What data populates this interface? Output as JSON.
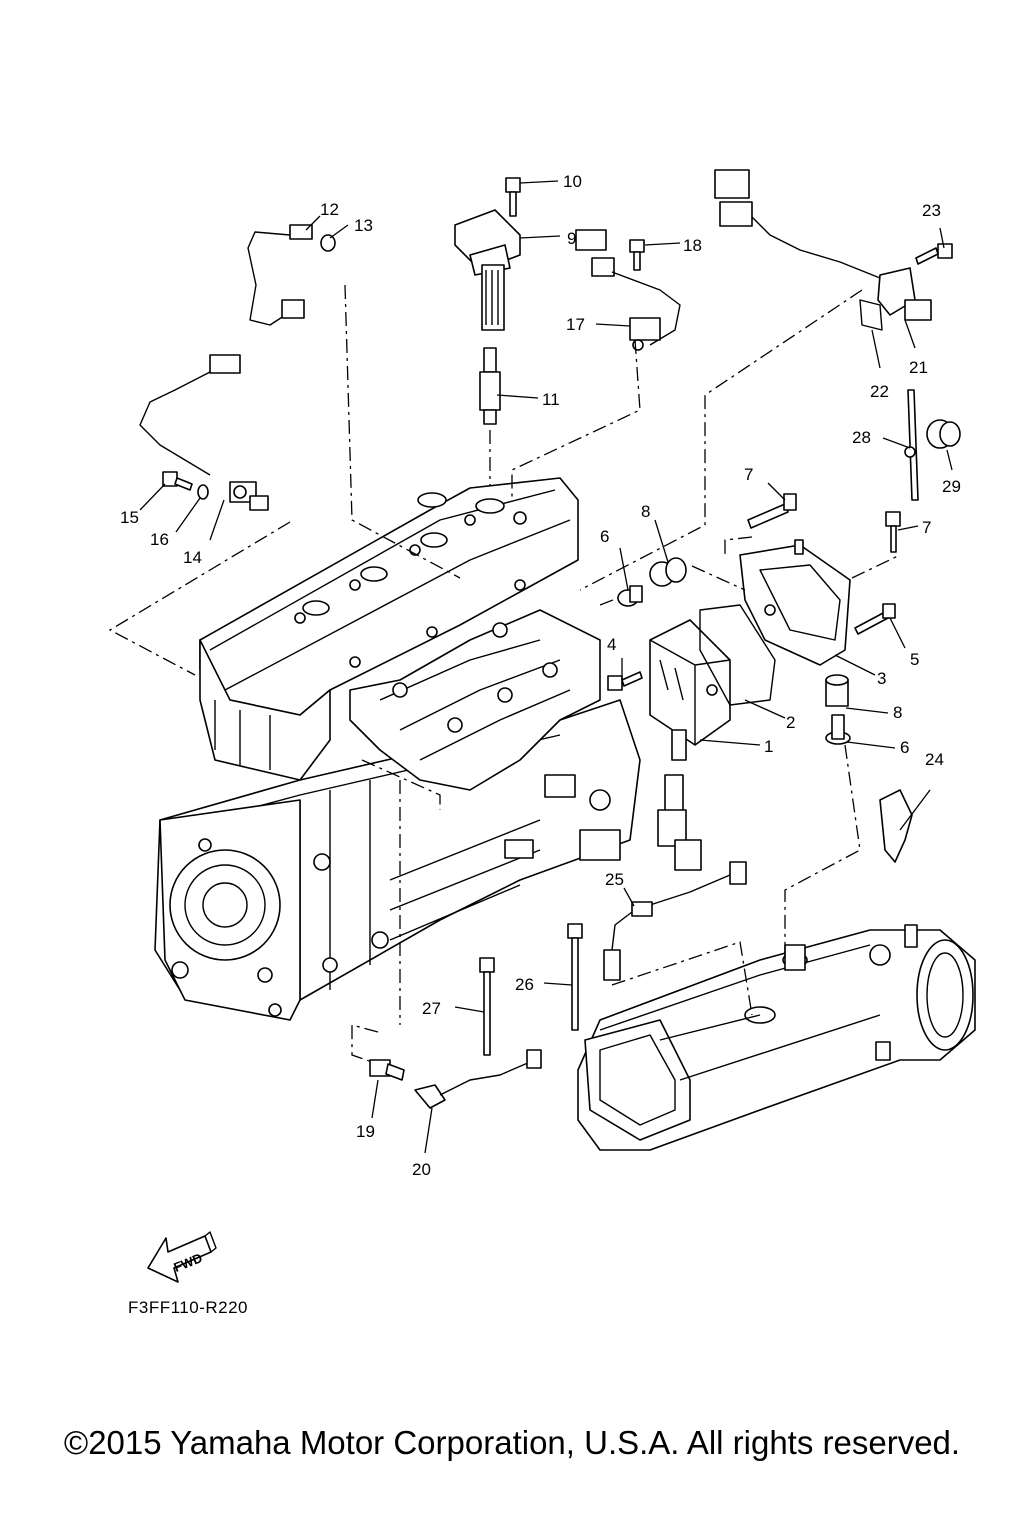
{
  "callouts": [
    "1",
    "2",
    "3",
    "4",
    "5",
    "6",
    "6",
    "7",
    "7",
    "8",
    "8",
    "9",
    "10",
    "11",
    "12",
    "13",
    "14",
    "15",
    "16",
    "17",
    "18",
    "19",
    "20",
    "21",
    "22",
    "23",
    "24",
    "25",
    "26",
    "27",
    "28",
    "29"
  ],
  "fwd_label": "FWD",
  "diagram_code": "F3FF110-R220",
  "copyright": "©2015 Yamaha Motor Corporation, U.S.A. All rights reserved."
}
